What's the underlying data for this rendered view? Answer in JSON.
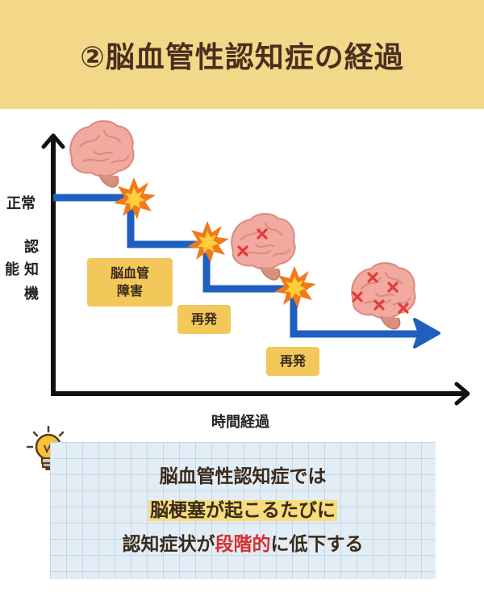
{
  "header": {
    "title": "②脳血管性認知症の経過"
  },
  "axes": {
    "y_top": "正常",
    "y_label": [
      "認",
      "知",
      "能",
      "機"
    ],
    "x_label": "時間経過"
  },
  "tags": {
    "stroke": [
      "脳血管",
      "障害"
    ],
    "relapse_1": "再発",
    "relapse_2": "再発"
  },
  "icons": {
    "brain": "brain-icon",
    "explosion": "explosion-icon",
    "lightbulb": "lightbulb-icon"
  },
  "summary": {
    "line1": "脳血管性認知症では",
    "line2_highlight": "脳梗塞が起こるたびに",
    "line3_a": "認知症状が",
    "line3_red": "段階的",
    "line3_b": "に低下する"
  },
  "colors": {
    "header_bg": "#f3d88a",
    "step_line": "#1f5fbf",
    "tag_bg": "#f3c85a",
    "highlight": "#f7dd7c",
    "emphasis": "#d82e2e",
    "panel_bg": "#e3edf5"
  }
}
